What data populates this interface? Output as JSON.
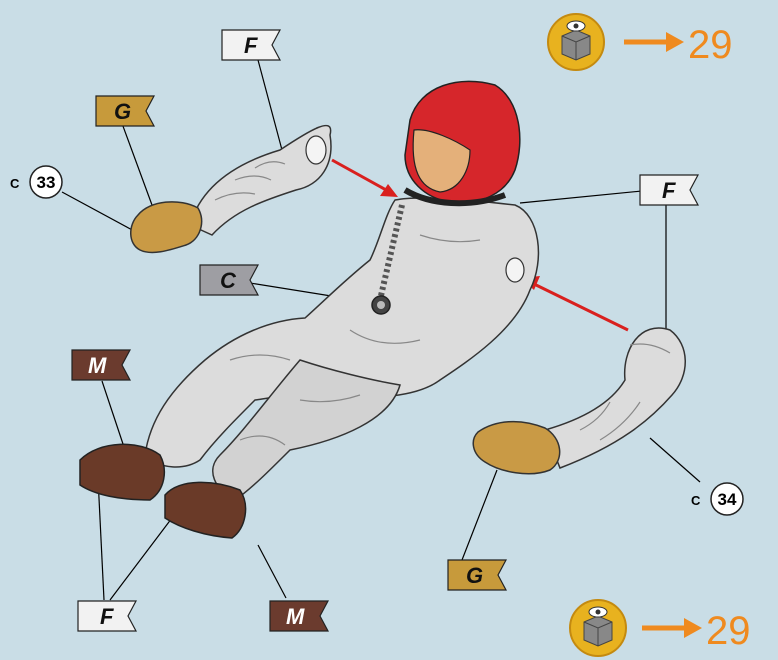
{
  "colors": {
    "background": "#c9dde6",
    "flag_white": "#f2f2f2",
    "flag_gold": "#c79a3b",
    "flag_gray": "#9e9ea3",
    "flag_brown": "#6b3b2e",
    "accent_orange": "#ef8a1f",
    "arrow_red": "#d9201e",
    "helmet_red": "#d6262b",
    "suit_gray": "#dcdcdc",
    "glove_tan": "#c99a45",
    "boot_brown": "#6a3a28"
  },
  "flags": [
    {
      "id": "f-top-left",
      "letter": "F",
      "color_key": "flag_white"
    },
    {
      "id": "g-top-left",
      "letter": "G",
      "color_key": "flag_gold"
    },
    {
      "id": "c-center",
      "letter": "C",
      "color_key": "flag_gray"
    },
    {
      "id": "f-right",
      "letter": "F",
      "color_key": "flag_white"
    },
    {
      "id": "m-left",
      "letter": "M",
      "color_key": "flag_brown"
    },
    {
      "id": "f-bottom",
      "letter": "F",
      "color_key": "flag_white"
    },
    {
      "id": "m-bottom",
      "letter": "M",
      "color_key": "flag_brown"
    },
    {
      "id": "g-bottom",
      "letter": "G",
      "color_key": "flag_gold"
    }
  ],
  "callouts": [
    {
      "id": "part-33",
      "prefix": "C",
      "number": "33"
    },
    {
      "id": "part-34",
      "prefix": "C",
      "number": "34"
    }
  ],
  "steps": [
    {
      "id": "step-top",
      "icon": "eye-cube-icon",
      "target": "29"
    },
    {
      "id": "step-bottom",
      "icon": "eye-cube-icon",
      "target": "29"
    }
  ]
}
